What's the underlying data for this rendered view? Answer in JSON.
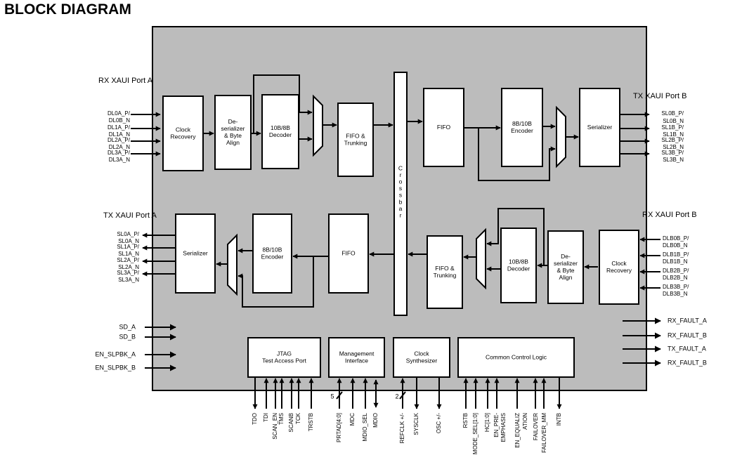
{
  "title": "BLOCK DIAGRAM",
  "colors": {
    "chip": "#bcbcbc",
    "block": "#ffffff",
    "line": "#000000"
  },
  "ports": {
    "rx_a": "RX XAUI Port A",
    "tx_b": "TX XAUI Port B",
    "tx_a": "TX XAUI Port A",
    "rx_b": "RX XAUI Port B"
  },
  "blocks": {
    "clock_recovery": [
      "Clock",
      "Recovery"
    ],
    "deserializer": [
      "De-",
      "serializer",
      "& Byte",
      "Align"
    ],
    "decoder": [
      "10B/8B",
      "Decoder"
    ],
    "fifo_trunking": [
      "FIFO &",
      "Trunking"
    ],
    "crossbar": "Crossbar",
    "fifo": [
      "FIFO"
    ],
    "encoder": [
      "8B/10B",
      "Encoder"
    ],
    "serializer": [
      "Serializer"
    ],
    "jtag": [
      "JTAG",
      "Test Access Port"
    ],
    "management": [
      "Management",
      "Interface"
    ],
    "clock_synth": [
      "Clock",
      "Synthesizer"
    ],
    "common": [
      "Common Control Logic"
    ]
  },
  "signals": {
    "rx_a_in": [
      "DL0A_P/",
      "DL0B_N",
      "DL1A_P/",
      "DL1A_N",
      "DL2A_P/",
      "DL2A_N",
      "DL3A_P/",
      "DL3A_N"
    ],
    "tx_b_out": [
      "SL0B_P/",
      "SL0B_N",
      "SL1B_P/",
      "SL1B_N",
      "SL2B_P/",
      "SL2B_N",
      "SL3B_P/",
      "SL3B_N"
    ],
    "tx_a_out": [
      "SL0A_P/",
      "SL0A_N",
      "SL1A_P/",
      "SL1A_N",
      "SL2A_P/",
      "SL2A_N",
      "SL3A_P/",
      "SL3A_N"
    ],
    "rx_b_in": [
      "DLB0B_P/",
      "DLB0B_N",
      "DLB1B_P/",
      "DLB1B_N",
      "DLB2B_P/",
      "DLB2B_N",
      "DLB3B_P/",
      "DLB3B_N"
    ],
    "left_ctrl": [
      "SD_A",
      "SD_B",
      "EN_SLPBK_A",
      "EN_SLPBK_B"
    ],
    "right_fault": [
      "RX_FAULT_A",
      "RX_FAULT_B",
      "TX_FAULT_A",
      "RX_FAULT_B"
    ],
    "bottom": [
      "TDO",
      "TDI",
      "SCAN_EN",
      "TMS",
      "SCANB",
      "TCK",
      "TRSTB",
      "PRTAD[4:0]",
      "MDC",
      "MDIO_SEL",
      "MDIO",
      "REFCLK +/-",
      "SYSCLK",
      "OSC +/-",
      "RSTB",
      "MODE_SEL[1:0]",
      "HC[1:0]",
      "EN_PRE-",
      "EMPHASIS",
      "EN_EQUALIZ",
      "ATION",
      "FAILOVER",
      "FAILOVER_MM",
      "INTB"
    ],
    "bus_widths": [
      "5",
      "2"
    ]
  }
}
